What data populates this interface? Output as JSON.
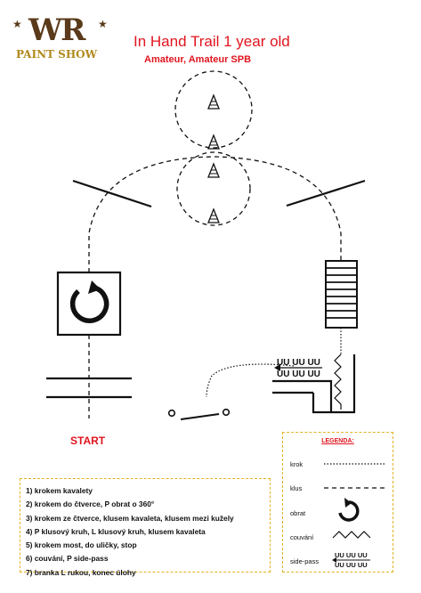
{
  "logo": {
    "mark": "WR",
    "sub": "PAINT SHOW"
  },
  "title": "In Hand Trail 1 year old",
  "subtitle": "Amateur, Amateur SPB",
  "start_label": "START",
  "steps": [
    "1) krokem kavalety",
    "2) krokem do čtverce, P obrat o 360°",
    "3) krokem ze čtverce, klusem kavaleta,  klusem mezi kužely",
    "4) P klusový kruh, L klusový kruh, klusem kavaleta",
    "5) krokem most, do uličky, stop",
    "6) couvání, P side-pass",
    "7) branka L rukou, konec úlohy"
  ],
  "legend": {
    "title": "LEGENDA:",
    "items": {
      "krok": "krok",
      "klus": "klus",
      "obrat": "obrat",
      "couvani": "couvání",
      "sidepass": "side-pass"
    }
  },
  "colors": {
    "title": "#e0141e",
    "box_border": "#e3b320",
    "logo_brown": "#5a3a1a",
    "logo_gold": "#b08a1e"
  }
}
